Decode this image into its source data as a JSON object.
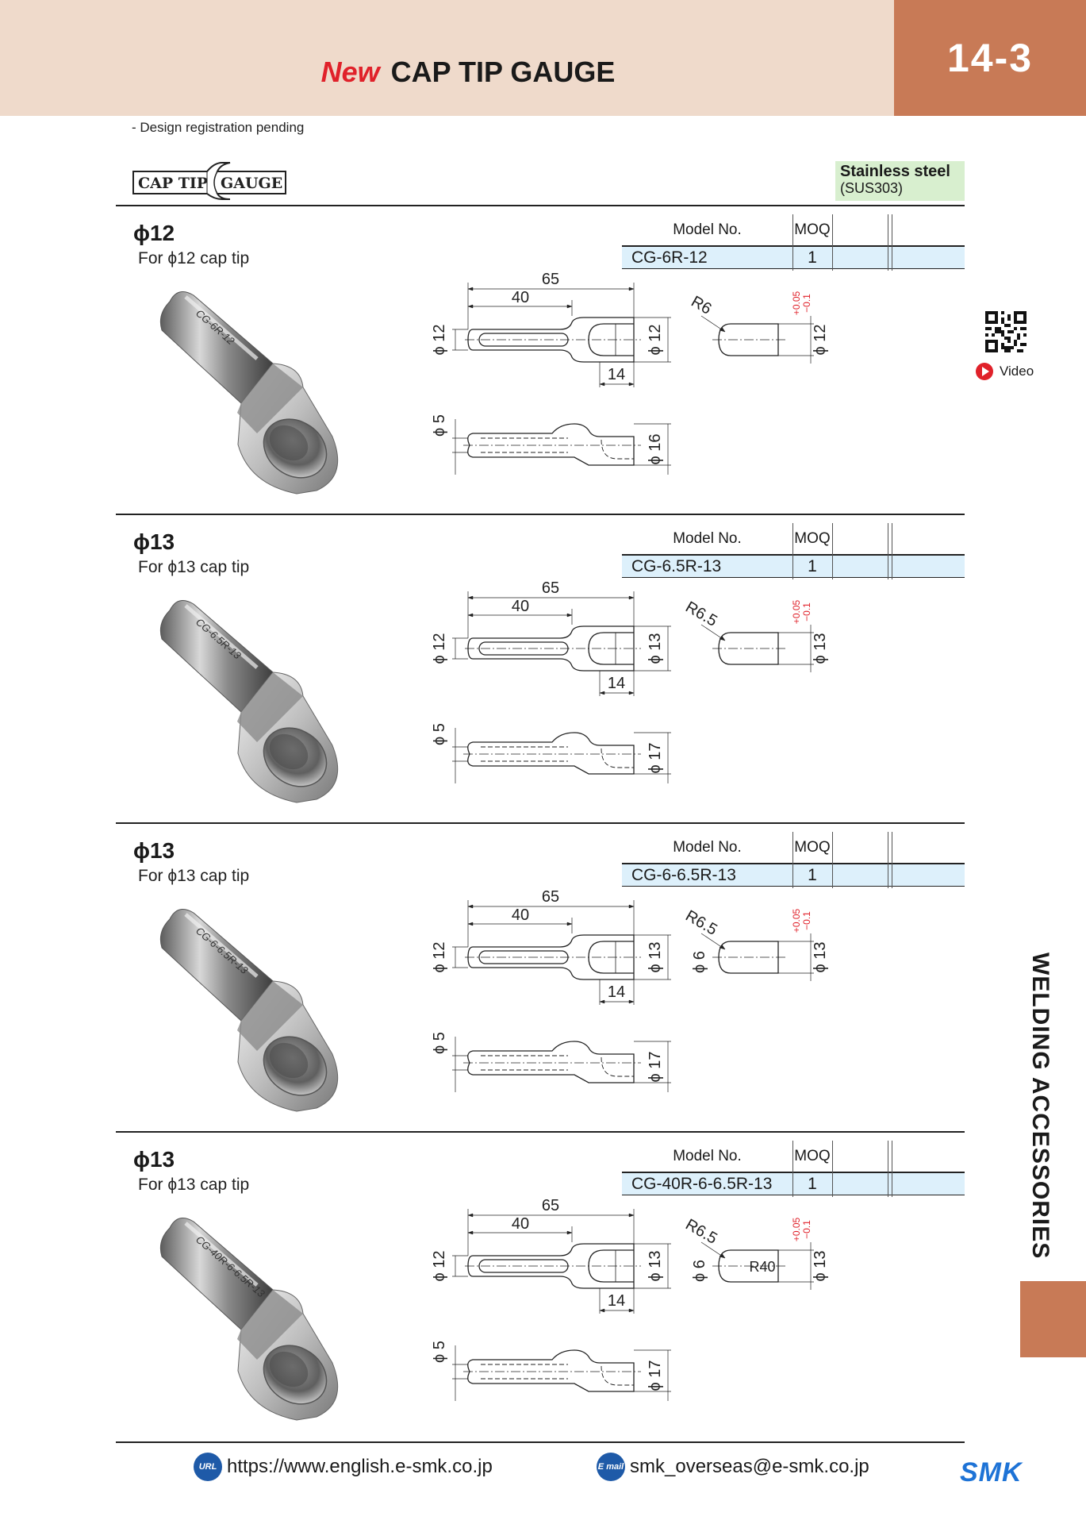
{
  "header": {
    "new_label": "New",
    "title": "CAP TIP GAUGE",
    "page_number": "14-3",
    "band_color": "#efdacb",
    "accent_color": "#c87a56"
  },
  "note": "- Design registration pending",
  "logo": {
    "left_text": "CAP TIP",
    "right_text": "GAUGE"
  },
  "material": {
    "name": "Stainless steel",
    "grade": "(SUS303)"
  },
  "side_tab": {
    "text": "WELDING ACCESSORIES"
  },
  "video": {
    "label": "Video"
  },
  "table_headers": {
    "model": "Model No.",
    "moq": "MOQ"
  },
  "sections": [
    {
      "title": "ϕ12",
      "subtitle": "For ϕ12 cap tip",
      "model": "CG-6R-12",
      "moq": "1",
      "engraving": "CG-6R-12",
      "dims": {
        "total": "65",
        "inner": "40",
        "tip": "14",
        "shank": "ϕ 12",
        "head": "ϕ 12",
        "thick": "ϕ 5",
        "bottom": "ϕ 16",
        "radius": "R6",
        "tol_plus": "+0.05",
        "tol_minus": "−0.1",
        "side_dia": "ϕ 12",
        "left_dia": "",
        "r40": ""
      }
    },
    {
      "title": "ϕ13",
      "subtitle": "For ϕ13 cap tip",
      "model": "CG-6.5R-13",
      "moq": "1",
      "engraving": "CG-6.5R-13",
      "dims": {
        "total": "65",
        "inner": "40",
        "tip": "14",
        "shank": "ϕ 12",
        "head": "ϕ 13",
        "thick": "ϕ 5",
        "bottom": "ϕ 17",
        "radius": "R6.5",
        "tol_plus": "+0.05",
        "tol_minus": "−0.1",
        "side_dia": "ϕ 13",
        "left_dia": "",
        "r40": ""
      }
    },
    {
      "title": "ϕ13",
      "subtitle": "For ϕ13 cap tip",
      "model": "CG-6-6.5R-13",
      "moq": "1",
      "engraving": "CG-6-6.5R-13",
      "dims": {
        "total": "65",
        "inner": "40",
        "tip": "14",
        "shank": "ϕ 12",
        "head": "ϕ 13",
        "thick": "ϕ 5",
        "bottom": "ϕ 17",
        "radius": "R6.5",
        "tol_plus": "+0.05",
        "tol_minus": "−0.1",
        "side_dia": "ϕ 13",
        "left_dia": "ϕ 6",
        "r40": ""
      }
    },
    {
      "title": "ϕ13",
      "subtitle": "For ϕ13 cap tip",
      "model": "CG-40R-6-6.5R-13",
      "moq": "1",
      "engraving": "CG-40R-6-6.5R-13",
      "dims": {
        "total": "65",
        "inner": "40",
        "tip": "14",
        "shank": "ϕ 12",
        "head": "ϕ 13",
        "thick": "ϕ 5",
        "bottom": "ϕ 17",
        "radius": "R6.5",
        "tol_plus": "+0.05",
        "tol_minus": "−0.1",
        "side_dia": "ϕ 13",
        "left_dia": "ϕ 6",
        "r40": "R40"
      }
    }
  ],
  "footer": {
    "url_badge": "URL",
    "url": "https://www.english.e-smk.co.jp",
    "mail_badge": "E mail",
    "email": "smk_overseas@e-smk.co.jp",
    "brand": "SMK"
  }
}
